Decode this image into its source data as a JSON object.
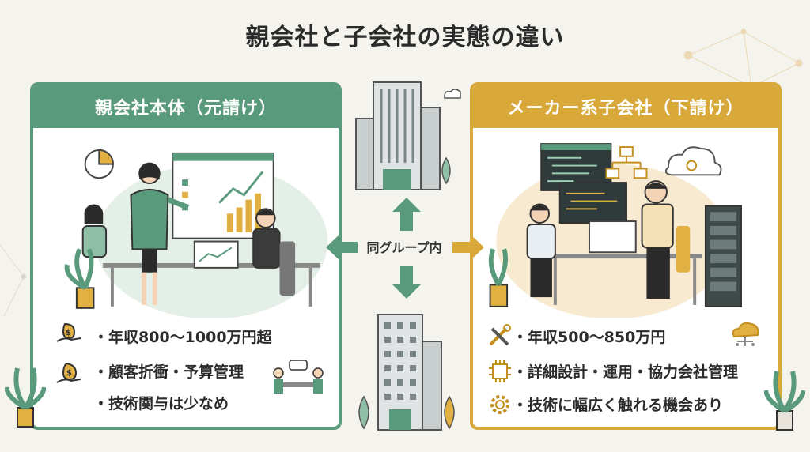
{
  "title": "親会社と子会社の実態の違い",
  "left": {
    "header": "親会社本体（元請け）",
    "bullets": [
      "・年収800〜1000万円超",
      "・顧客折衝・予算管理",
      "・技術関与は少なめ"
    ],
    "icons": [
      "money-hand-icon",
      "money-bag-hand-icon",
      "meeting-icon"
    ],
    "accent": "#5a9a7c"
  },
  "right": {
    "header": "メーカー系子会社（下請け）",
    "bullets": [
      "・年収500〜850万円",
      "・詳細設計・運用・協力会社管理",
      "・技術に幅広く触れる機会あり"
    ],
    "icons": [
      "tools-icon",
      "chip-icon",
      "gear-icon"
    ],
    "accent": "#d8a93a"
  },
  "center": {
    "label": "同グループ内"
  }
}
